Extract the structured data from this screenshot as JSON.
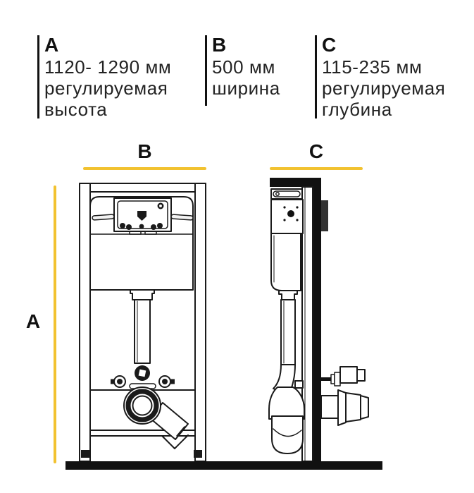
{
  "page": {
    "background": "#ffffff",
    "accent_color": "#F2C230",
    "line_color": "#1a1a1a"
  },
  "specs": [
    {
      "key": "A",
      "value": "1120- 1290 мм",
      "desc": [
        "регулируемая",
        "высота"
      ]
    },
    {
      "key": "B",
      "value": "500 мм",
      "desc": [
        "ширина"
      ]
    },
    {
      "key": "C",
      "value": "115-235 мм",
      "desc": [
        "регулируемая",
        "глубина"
      ]
    }
  ],
  "diagram": {
    "width_label": "B",
    "depth_label": "C",
    "height_label": "A"
  }
}
